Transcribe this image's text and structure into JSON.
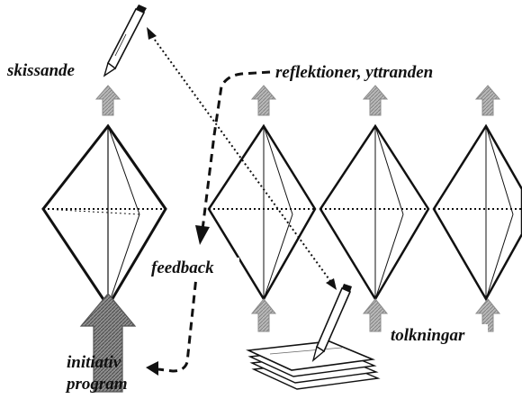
{
  "labels": {
    "skissande": "skissande",
    "reflektioner": "reflektioner, yttranden",
    "feedback": "feedback",
    "tolkningar": "tolkningar",
    "initiativ": "initiativ",
    "program": "program"
  },
  "colors": {
    "ink": "#111111",
    "arrow_fill": "#b4b4b4",
    "arrow_stroke": "#8c8c8c",
    "big_arrow_fill": "#8a8a8a",
    "big_arrow_stroke": "#555555",
    "paper": "#ffffff"
  },
  "icons": {
    "pencil": "pencil-icon",
    "paper_stack": "paper-stack-icon"
  }
}
